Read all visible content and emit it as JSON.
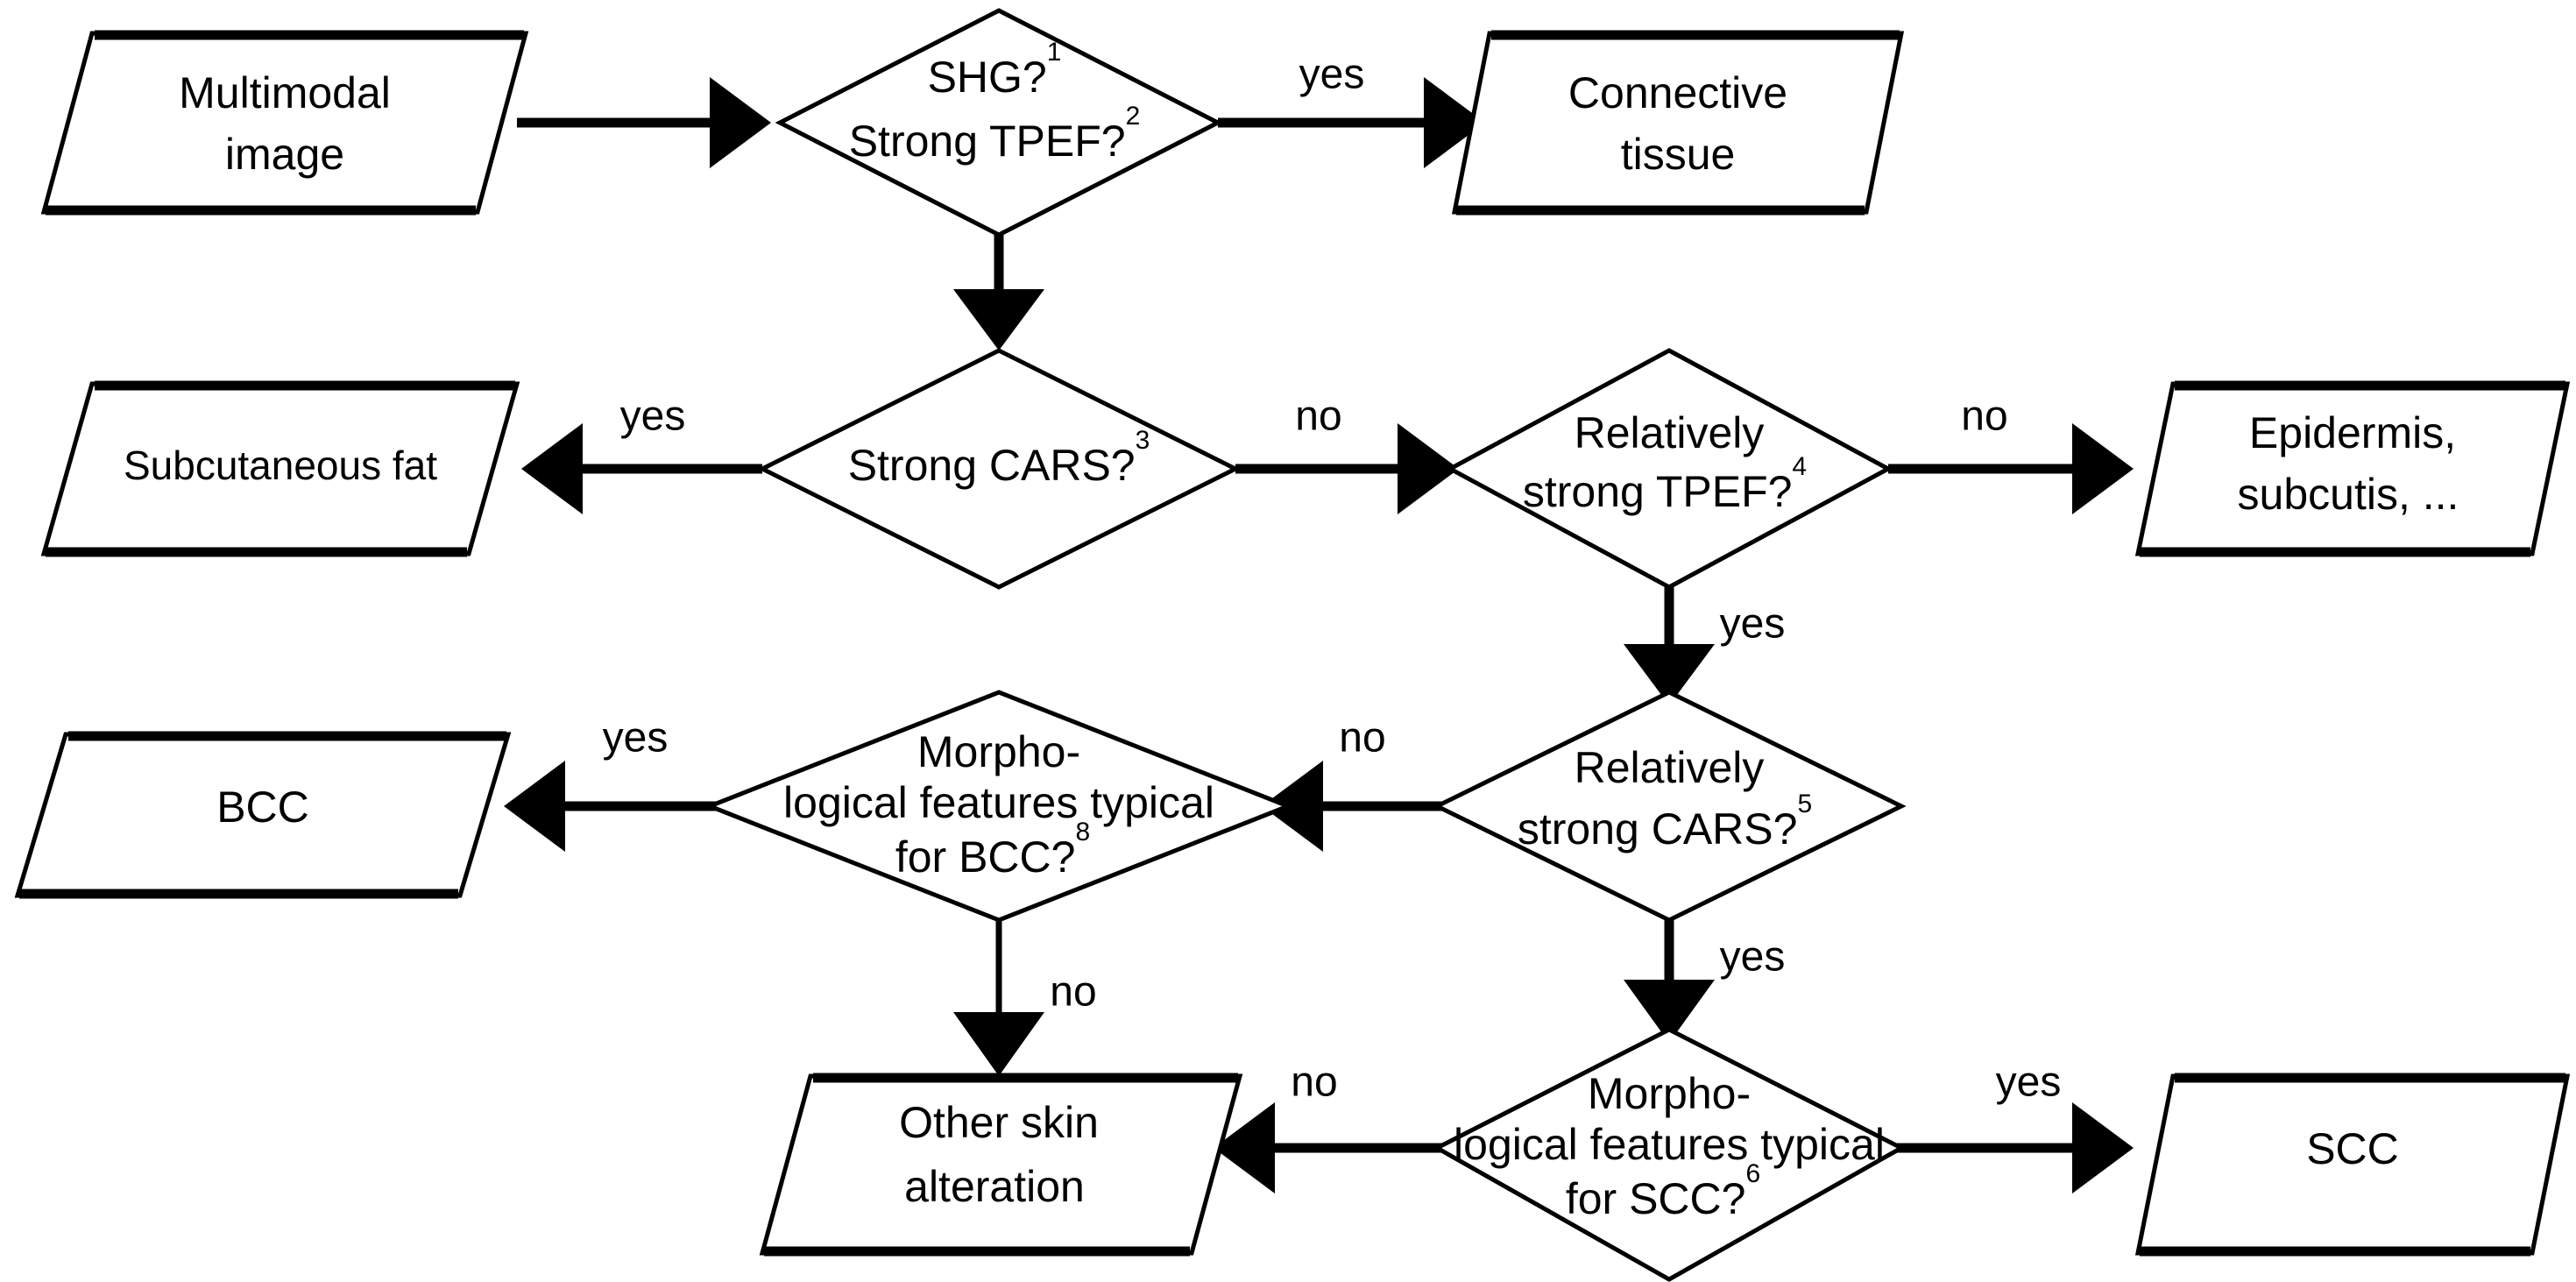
{
  "diagram": {
    "title": "Multimodal image tissue classification decision tree",
    "background_color": "#ffffff",
    "line_color": "#000000",
    "fill_color": "#ffffff"
  },
  "nodes": {
    "multimodal_image": {
      "line1": "Multimodal",
      "line2": "image",
      "shape": "parallelogram"
    },
    "shg_tpef": {
      "line1": "SHG?",
      "sup1": "1",
      "line2": "Strong TPEF?",
      "sup2": "2",
      "shape": "diamond"
    },
    "connective_tissue": {
      "line1": "Connective",
      "line2": "tissue",
      "shape": "parallelogram"
    },
    "subcutaneous_fat": {
      "line1": "Subcutaneous fat",
      "shape": "parallelogram"
    },
    "strong_cars": {
      "line1": "Strong CARS?",
      "sup1": "3",
      "shape": "diamond"
    },
    "relatively_strong_tpef": {
      "line1": "Relatively",
      "line2": "strong TPEF?",
      "sup2": "4",
      "shape": "diamond"
    },
    "epidermis": {
      "line1": "Epidermis,",
      "line2": "subcutis, ...",
      "shape": "parallelogram"
    },
    "bcc": {
      "line1": "BCC",
      "shape": "parallelogram"
    },
    "morpho_bcc": {
      "line1": "Morpho-",
      "line2": "logical features typical",
      "line3": "for BCC?",
      "sup3": "8",
      "shape": "diamond"
    },
    "relatively_strong_cars": {
      "line1": "Relatively",
      "line2": "strong CARS?",
      "sup2": "5",
      "shape": "diamond"
    },
    "other_skin_alteration": {
      "line1": "Other skin",
      "line2": "alteration",
      "shape": "parallelogram"
    },
    "morpho_scc": {
      "line1": "Morpho-",
      "line2": "logical features typical",
      "line3": "for SCC?",
      "sup3": "6",
      "shape": "diamond"
    },
    "scc": {
      "line1": "SCC",
      "shape": "parallelogram"
    }
  },
  "edges": [
    {
      "from": "multimodal_image",
      "to": "shg_tpef",
      "label": ""
    },
    {
      "from": "shg_tpef",
      "to": "connective_tissue",
      "label": "yes"
    },
    {
      "from": "shg_tpef",
      "to": "strong_cars",
      "label": ""
    },
    {
      "from": "strong_cars",
      "to": "subcutaneous_fat",
      "label": "yes"
    },
    {
      "from": "strong_cars",
      "to": "relatively_strong_tpef",
      "label": "no"
    },
    {
      "from": "relatively_strong_tpef",
      "to": "epidermis",
      "label": "no"
    },
    {
      "from": "relatively_strong_tpef",
      "to": "relatively_strong_cars",
      "label": "yes"
    },
    {
      "from": "relatively_strong_cars",
      "to": "morpho_bcc",
      "label": "no"
    },
    {
      "from": "morpho_bcc",
      "to": "bcc",
      "label": "yes"
    },
    {
      "from": "morpho_bcc",
      "to": "other_skin_alteration",
      "label": "no"
    },
    {
      "from": "relatively_strong_cars",
      "to": "morpho_scc",
      "label": "yes"
    },
    {
      "from": "morpho_scc",
      "to": "other_skin_alteration",
      "label": "no"
    },
    {
      "from": "morpho_scc",
      "to": "scc",
      "label": "yes"
    }
  ],
  "edge_labels": {
    "shg_yes": "yes",
    "cars_yes": "yes",
    "cars_no": "no",
    "tpef_no": "no",
    "tpef_yes": "yes",
    "rcars_no": "no",
    "rcars_yes": "yes",
    "bcc_yes": "yes",
    "bcc_no": "no",
    "scc_no": "no",
    "scc_yes": "yes"
  }
}
